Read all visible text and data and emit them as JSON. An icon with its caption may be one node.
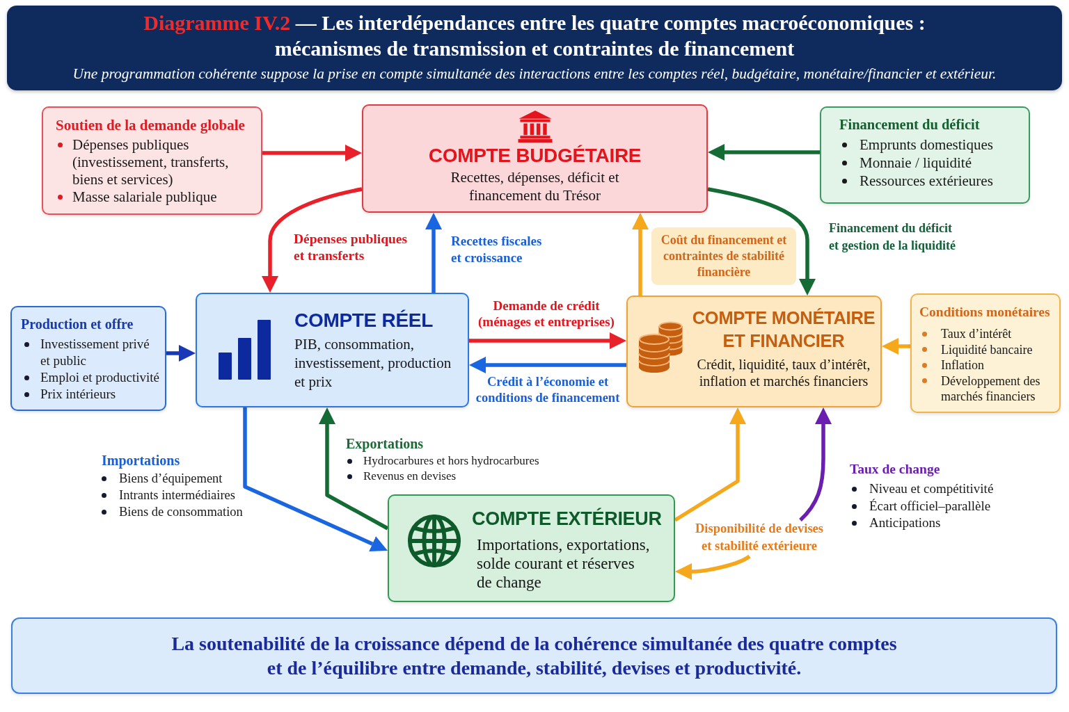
{
  "diagram": {
    "title": "— Les interdépendances entre les quatre comptes macroéconomiques : mécanismes de transmission et contraintes de financement",
    "nodes": [
      {
        "text": [
          "Soutien de la demande globale",
          "Dépenses publiques (investissement, transferts, biens et services)",
          "Masse salariale publique"
        ]
      },
      {
        "text": [
          "COMPTE BUDGÉTAIRE",
          "Recettes, dépenses, déficit et financement du Trésor"
        ]
      },
      {
        "text": [
          "Financement du déficit",
          "Emprunts domestiques",
          "Monnaie / liquidité",
          "Ressources extérieures"
        ]
      },
      {
        "text": [
          "Production et offre",
          "Investissement privé et public",
          "Emploi et productivité",
          "Prix intérieurs"
        ]
      },
      {
        "text": [
          "COMPTE RÉEL",
          "PIB, consommation, investissement, production et prix"
        ]
      },
      {
        "text": [
          "COMPTE MONÉTAIRE ET FINANCIER",
          "Crédit, liquidité, taux d’intérêt, inflation et marchés financiers"
        ]
      },
      {
        "text": [
          "Conditions monétaires",
          "Taux d’intérêt",
          "Liquidité bancaire",
          "Inflation",
          "Développement des marchés financiers"
        ]
      },
      {
        "text": [
          "COMPTE EXTÉRIEUR",
          "Importations, exportations, solde courant et réserves de change"
        ]
      },
      {
        "text": [
          "La soutenabilité de la croissance dépend de la cohérence simultanée des quatre comptes et de l’équilibre entre demande, stabilité, devises et productivité."
        ]
      },
      {
        "text": [
          "Disponibilité de devises et stabilité extérieure"
        ]
      }
    ],
    "edges": [
      {
        "from": 0,
        "to": 1,
        "arrow": "to",
        "color": "#e8202a"
      },
      {
        "from": 2,
        "to": 1,
        "arrow": "to",
        "color": "#146b34"
      },
      {
        "from": 1,
        "to": 4,
        "arrow": "to",
        "label": "Dépenses publiques et transferts",
        "color": "#e8202a"
      },
      {
        "from": 4,
        "to": 1,
        "arrow": "to",
        "label": "Recettes fiscales et croissance",
        "color": "#1a66e0"
      },
      {
        "from": 5,
        "to": 1,
        "arrow": "to",
        "label": "Coût du financement et contraintes de stabilité financière",
        "color": "#f5a81c"
      },
      {
        "from": 1,
        "to": 5,
        "arrow": "to",
        "label": "Financement du déficit et gestion de la liquidité",
        "color": "#146b34"
      },
      {
        "from": 3,
        "to": 4,
        "arrow": "to",
        "color": "#1838b8"
      },
      {
        "from": 4,
        "to": 5,
        "arrow": "to",
        "label": "Demande de crédit (ménages et entreprises)",
        "color": "#e8202a"
      },
      {
        "from": 5,
        "to": 4,
        "arrow": "to",
        "label": "Crédit à l’économie et conditions de financement",
        "color": "#1a66e0"
      },
      {
        "from": 6,
        "to": 5,
        "arrow": "to",
        "color": "#f5a81c"
      },
      {
        "from": 4,
        "to": 7,
        "arrow": "to",
        "label": "Importations",
        "color": "#1a66e0"
      },
      {
        "from": 7,
        "to": 4,
        "arrow": "to",
        "label": "Exportations",
        "color": "#146b34"
      },
      {
        "from": 7,
        "to": 5,
        "arrow": "to",
        "color": "#f5a81c"
      },
      {
        "from": 9,
        "to": 7,
        "arrow": "to",
        "color": "#f5a81c"
      },
      {
        "from": 9,
        "to": 5,
        "arrow": "to",
        "label": "Taux de change",
        "color": "#6a1fb0"
      }
    ],
    "labels": [
      "Diagramme IV.2",
      "Une programmation cohérente suppose la prise en compte simultanée des interactions entre les comptes réel, budgétaire, monétaire/financier et extérieur.",
      "Biens d’équipement",
      "Intrants intermédiaires",
      "Biens de consommation",
      "Hydrocarbures et hors hydrocarbures",
      "Revenus en devises",
      "Niveau et compétitivité",
      "Écart officiel–parallèle",
      "Anticipations"
    ]
  }
}
